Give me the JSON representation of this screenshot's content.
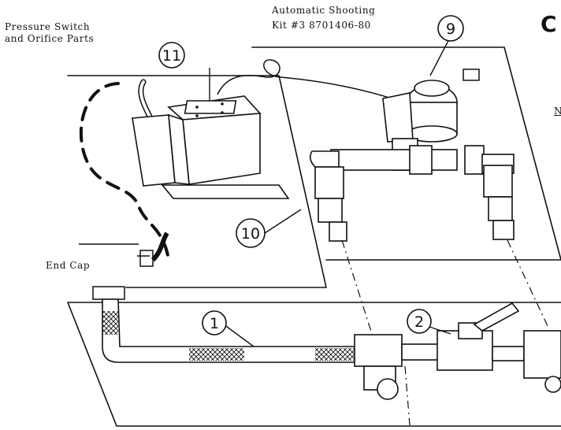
{
  "labels": {
    "pressure_switch_line1": "Pressure Switch",
    "pressure_switch_line2": "and Orifice Parts",
    "kit_line1": "Automatic Shooting",
    "kit_line2": "Kit #3  8701406-80",
    "end_cap": "End Cap",
    "heading_fragment": "C",
    "margin_fragment": "N"
  },
  "callouts": [
    "11",
    "9",
    "10",
    "1",
    "2"
  ]
}
